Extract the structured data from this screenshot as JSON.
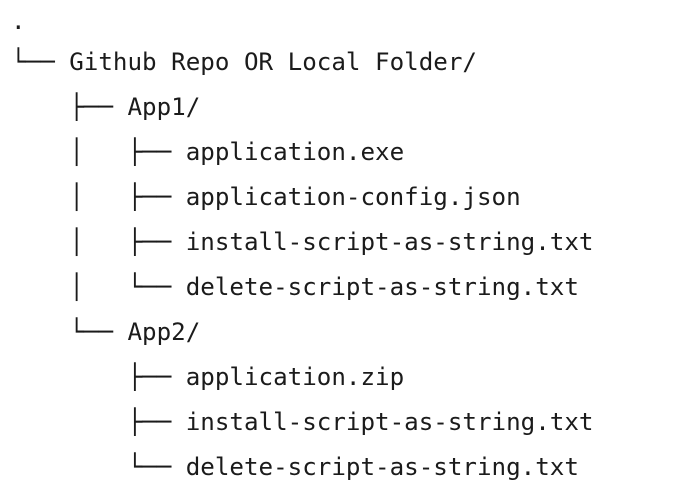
{
  "diagram": {
    "type": "directory-tree",
    "title": "Github Repo OR Local Folder structure",
    "background_color": "#ffffff",
    "text_color": "#1b1b1b",
    "lines": [
      ".",
      "└── Github Repo OR Local Folder/",
      "    ├── App1/",
      "    │   ├── application.exe",
      "    │   ├── application-config.json",
      "    │   ├── install-script-as-string.txt",
      "    │   └── delete-script-as-string.txt",
      "    └── App2/",
      "        ├── application.zip",
      "        ├── install-script-as-string.txt",
      "        └── delete-script-as-string.txt"
    ],
    "nodes": {
      "root": ".",
      "level1": [
        {
          "name": "Github Repo OR Local Folder/",
          "kind": "folder",
          "children": [
            {
              "name": "App1/",
              "kind": "folder",
              "children": [
                {
                  "name": "application.exe",
                  "kind": "file"
                },
                {
                  "name": "application-config.json",
                  "kind": "file"
                },
                {
                  "name": "install-script-as-string.txt",
                  "kind": "file"
                },
                {
                  "name": "delete-script-as-string.txt",
                  "kind": "file"
                }
              ]
            },
            {
              "name": "App2/",
              "kind": "folder",
              "children": [
                {
                  "name": "application.zip",
                  "kind": "file"
                },
                {
                  "name": "install-script-as-string.txt",
                  "kind": "file"
                },
                {
                  "name": "delete-script-as-string.txt",
                  "kind": "file"
                }
              ]
            }
          ]
        }
      ]
    }
  }
}
